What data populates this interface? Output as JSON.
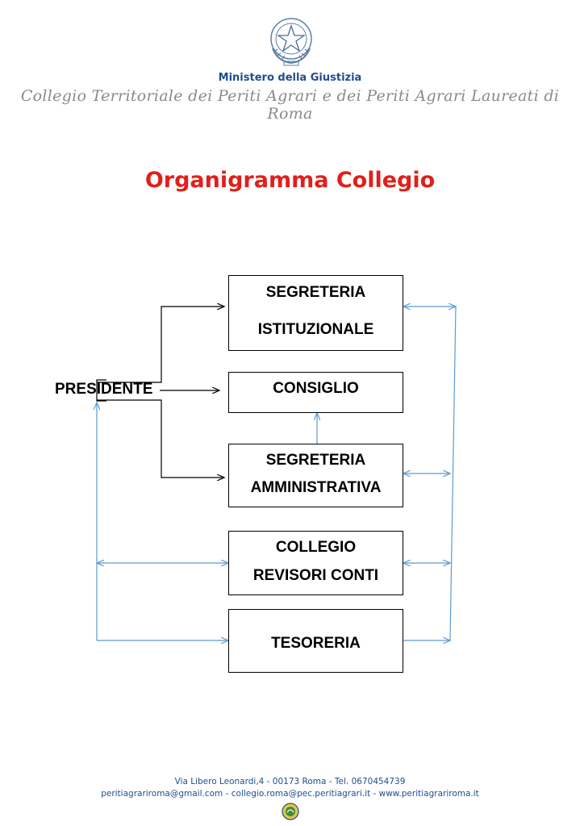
{
  "header": {
    "ministry": "Ministero della Giustizia",
    "college": "Collegio Territoriale dei Periti Agrari e dei Periti Agrari Laureati di Roma"
  },
  "title": "Organigramma Collegio",
  "diagram": {
    "president": "PRESIDENTE",
    "boxes": {
      "segreteria_istituzionale": [
        "SEGRETERIA",
        "ISTITUZIONALE"
      ],
      "consiglio": [
        "CONSIGLIO"
      ],
      "segreteria_amministrativa": [
        "SEGRETERIA",
        "AMMINISTRATIVA"
      ],
      "collegio_revisori": [
        "COLLEGIO",
        "REVISORI CONTI"
      ],
      "tesoreria": [
        "TESORERIA"
      ]
    }
  },
  "footer": {
    "line1": "Via Libero Leonardi,4 - 00173 Roma - Tel. 0670454739",
    "line2": "peritiagrariroma@gmail.com - collegio.roma@pec.peritiagrari.it - www.peritiagrariroma.it"
  },
  "colors": {
    "accent_red": "#e0201b",
    "brand_blue": "#1f4e8c",
    "connector_blue": "#5b9bd5"
  }
}
